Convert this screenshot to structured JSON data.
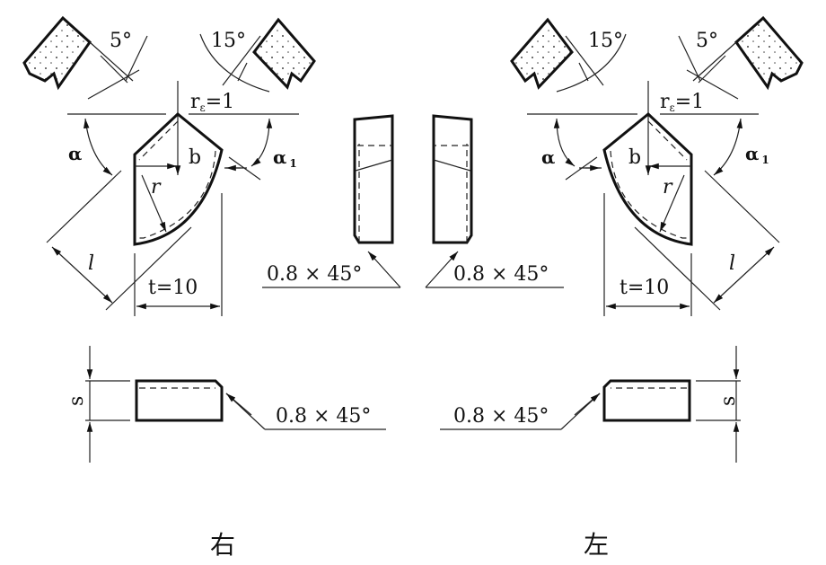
{
  "title_right": "右",
  "title_left": "左",
  "labels": {
    "angle_5": "5°",
    "angle_15": "15°",
    "nose_radius": "r",
    "nose_radius_sub": "ε",
    "nose_radius_value": "=1",
    "alpha": "α",
    "alpha1": "α",
    "alpha1_sub": "1",
    "b": "b",
    "r": "r",
    "l": "l",
    "t": "t=10",
    "chamfer": "0.8 × 45°",
    "s": "s"
  }
}
